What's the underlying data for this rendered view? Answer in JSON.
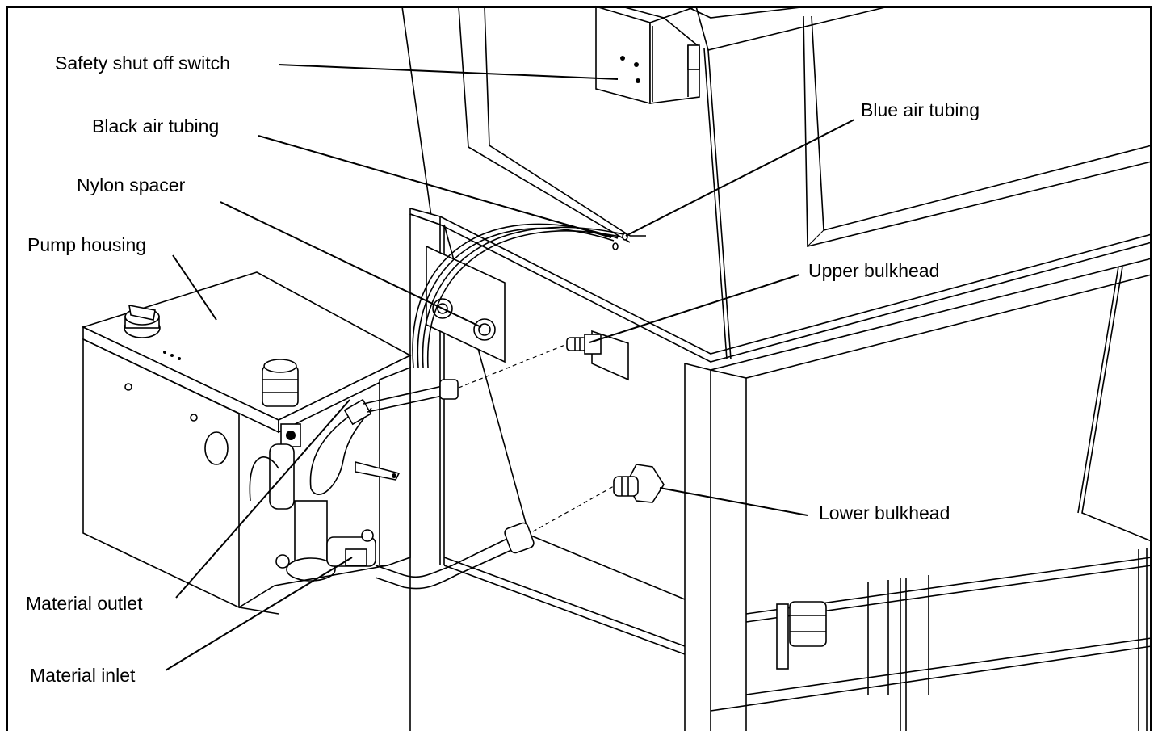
{
  "labels": {
    "safety_switch": "Safety shut off switch",
    "black_tubing": "Black air tubing",
    "blue_tubing": "Blue air tubing",
    "nylon_spacer": "Nylon spacer",
    "pump_housing": "Pump housing",
    "upper_bulkhead": "Upper bulkhead",
    "lower_bulkhead": "Lower bulkhead",
    "material_outlet": "Material outlet",
    "material_inlet": "Material inlet"
  }
}
